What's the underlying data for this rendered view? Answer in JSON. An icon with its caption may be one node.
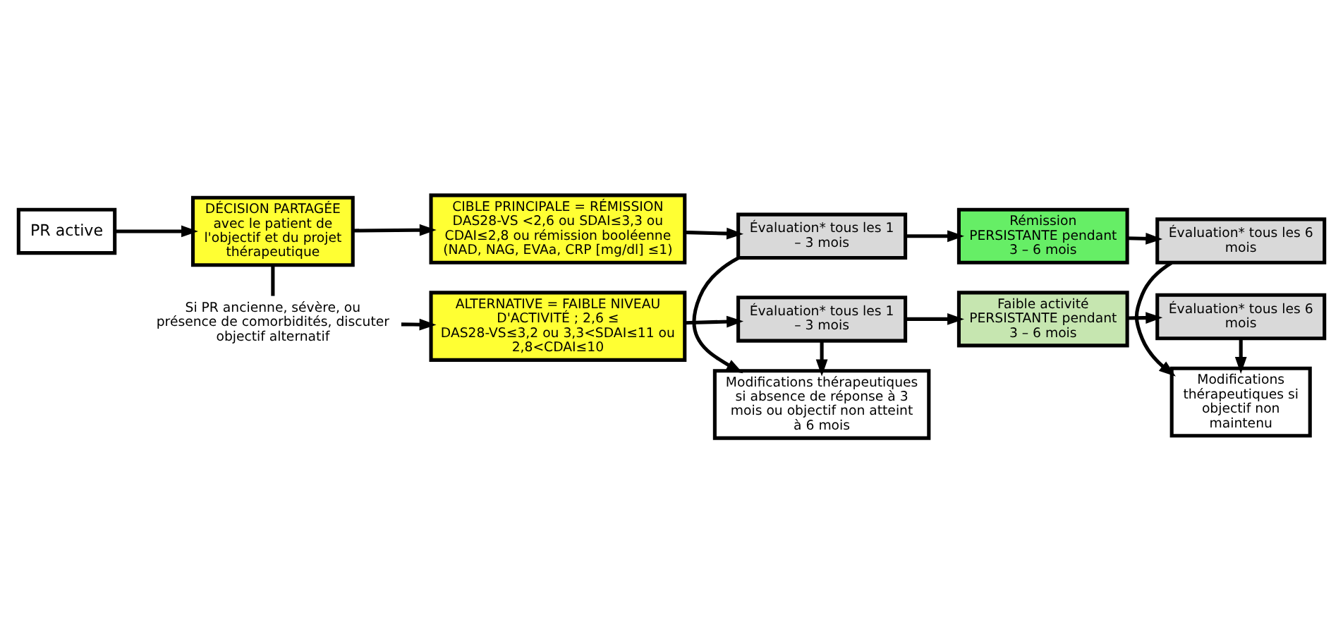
{
  "diagram": {
    "nodes": [
      {
        "text": [
          "PR active"
        ]
      },
      {
        "text": [
          "DÉCISION PARTAGÉE",
          "avec le patient de l'objectif et du projet thérapeutique"
        ]
      },
      {
        "text": [
          "CIBLE PRINCIPALE = RÉMISSION",
          "DAS28-VS <2,6 ou SDAI≤3,3 ou CDAI≤2,8 ou rémission booléenne (NAD, NAG, EVAa, CRP [mg/dl] ≤1)"
        ]
      },
      {
        "text": [
          "Évaluation* tous les 1 – 3 mois"
        ]
      },
      {
        "text": [
          "Rémission PERSISTANTE pendant 3 – 6 mois"
        ]
      },
      {
        "text": [
          "Évaluation* tous les 6 mois"
        ]
      },
      {
        "text": [
          "Modifications thérapeutiques si absence de réponse à 3 mois ou objectif non atteint à 6 mois"
        ]
      },
      {
        "text": [
          "Modifications thérapeutiques si objectif non maintenu"
        ]
      },
      {
        "text": [
          "Si PR ancienne, sévère, ou présence de comorbidités, discuter objectif alternatif"
        ]
      },
      {
        "text": [
          "ALTERNATIVE = FAIBLE NIVEAU D'ACTIVITÉ ; 2,6 ≤ DAS28-VS≤3,2 ou 3,3<SDAI≤11 ou 2,8<CDAI≤10"
        ]
      },
      {
        "text": [
          "Évaluation* tous les 1 – 3 mois"
        ]
      },
      {
        "text": [
          "Faible activité PERSISTANTE pendant 3 – 6 mois"
        ]
      },
      {
        "text": [
          "Évaluation* tous les 6 mois"
        ]
      }
    ],
    "edges": [
      {
        "from": 0,
        "to": 1,
        "arrow": "to"
      },
      {
        "from": 1,
        "to": 2,
        "arrow": "to"
      },
      {
        "from": 2,
        "to": 3,
        "arrow": "to"
      },
      {
        "from": 3,
        "to": 4,
        "arrow": "to"
      },
      {
        "from": 4,
        "to": 5,
        "arrow": "to"
      },
      {
        "from": 3,
        "to": 6,
        "arrow": "to"
      },
      {
        "from": 5,
        "to": 7,
        "arrow": "to"
      },
      {
        "from": 1,
        "to": 8,
        "arrow": "none"
      },
      {
        "from": 8,
        "to": 9,
        "arrow": "to"
      },
      {
        "from": 9,
        "to": 10,
        "arrow": "to"
      },
      {
        "from": 10,
        "to": 11,
        "arrow": "to"
      },
      {
        "from": 11,
        "to": 12,
        "arrow": "to"
      },
      {
        "from": 10,
        "to": 6,
        "arrow": "to"
      },
      {
        "from": 12,
        "to": 7,
        "arrow": "to"
      }
    ]
  }
}
